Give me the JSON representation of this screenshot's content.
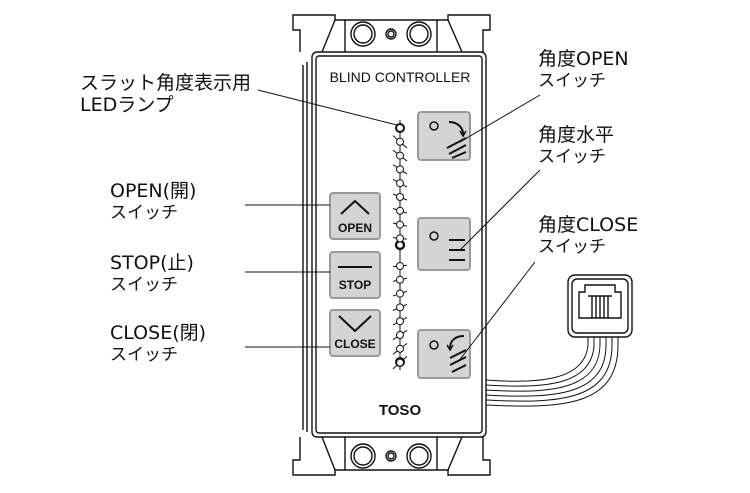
{
  "device": {
    "title": "BLIND CONTROLLER",
    "brand": "TOSO"
  },
  "buttons": {
    "open": "OPEN",
    "stop": "STOP",
    "close": "CLOSE"
  },
  "labels": {
    "led": {
      "line1": "スラット角度表示用",
      "line2": "LEDランプ"
    },
    "open": {
      "line1": "OPEN(開)",
      "line2": "スイッチ"
    },
    "stop": {
      "line1": "STOP(止)",
      "line2": "スイッチ"
    },
    "close": {
      "line1": "CLOSE(閉)",
      "line2": "スイッチ"
    },
    "angle_open": {
      "line1": "角度OPEN",
      "line2": "スイッチ"
    },
    "angle_level": {
      "line1": "角度水平",
      "line2": "スイッチ"
    },
    "angle_close": {
      "line1": "角度CLOSE",
      "line2": "スイッチ"
    }
  },
  "colors": {
    "button_fill": "#d4d4d4",
    "button_stroke": "#9a9a9a",
    "line": "#111111"
  }
}
